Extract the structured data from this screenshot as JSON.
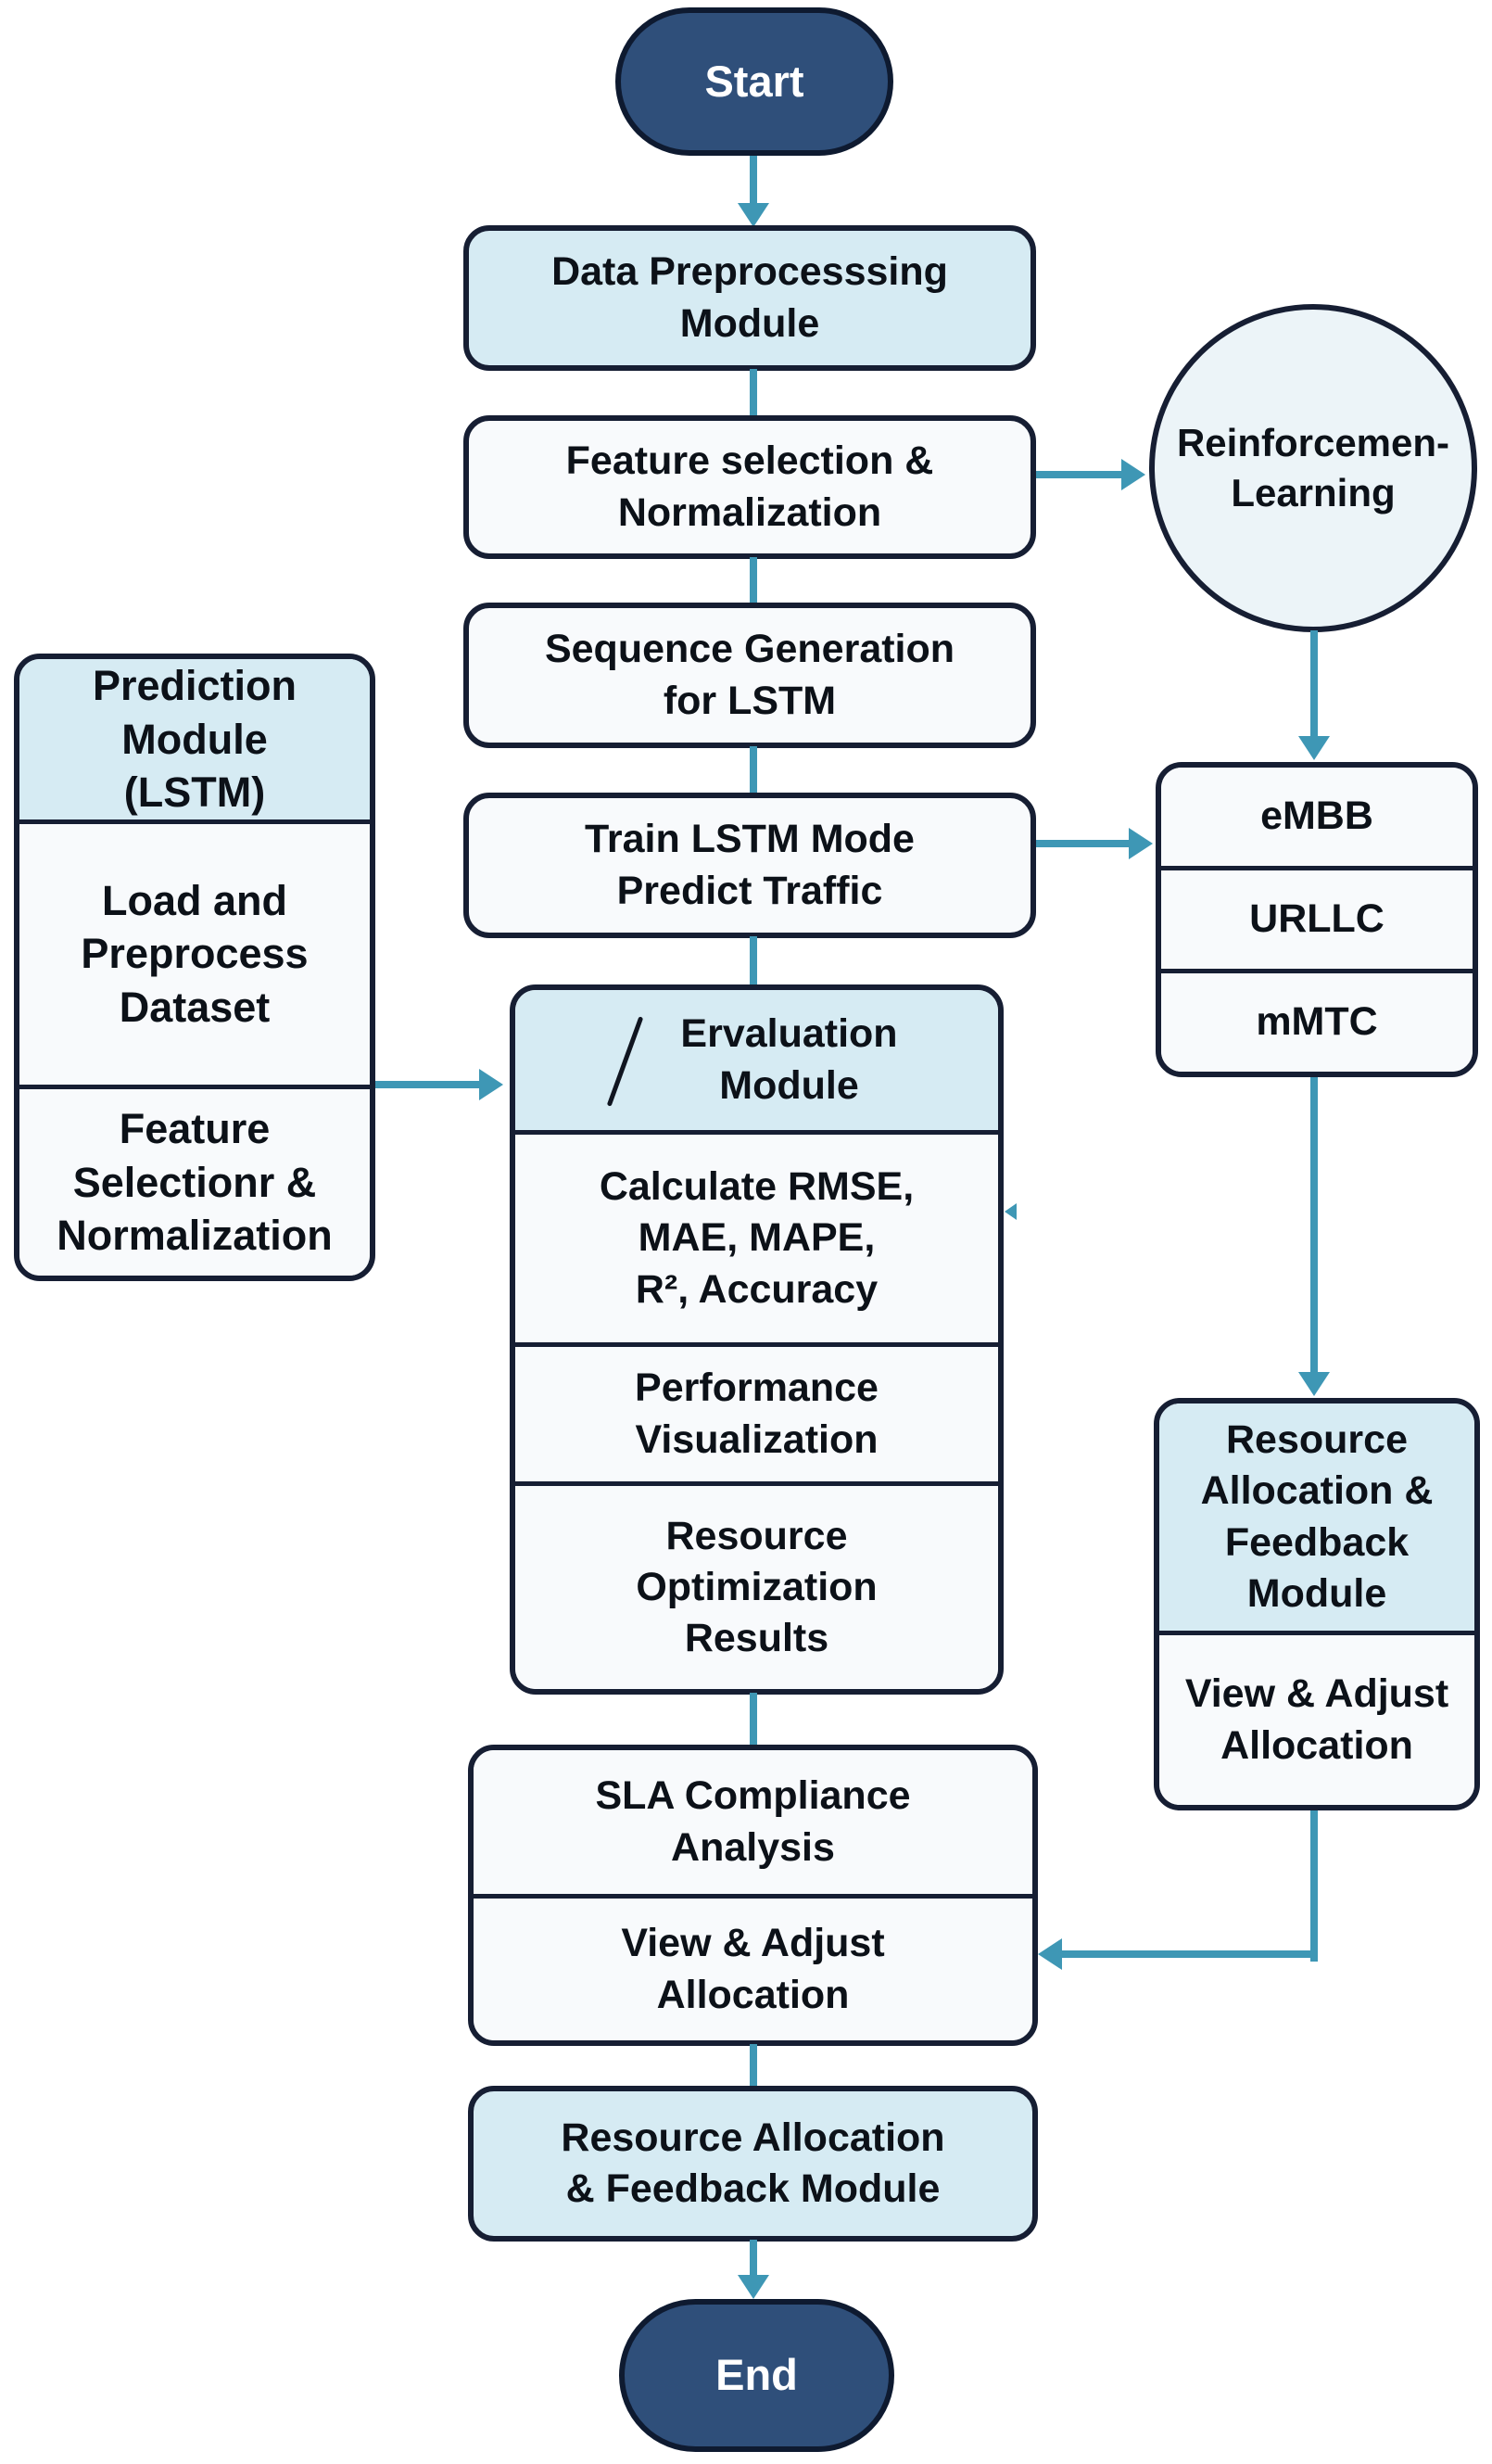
{
  "theme": {
    "colors": {
      "navy": "#2f4f7a",
      "navy-border": "#0e1a30",
      "box-border": "#161e33",
      "light-blue": "#d6ebf3",
      "paper-white": "#f8fafc",
      "circle-fill": "#ecf4f8",
      "teal": "#3e97b5",
      "text": "#0c1118",
      "background": "#ffffff"
    }
  },
  "nodes": {
    "start": {
      "label": "Start"
    },
    "data_preprocessing": {
      "label": "Data Preprocesssing\nModule"
    },
    "feature_selection": {
      "label": "Feature selection &\nNormalization"
    },
    "sequence_generation": {
      "label": "Sequence Generation\nfor LSTM"
    },
    "train_lstm": {
      "label": "Train LSTM Mode\nPredict Traffic"
    },
    "reinforcement_learning": {
      "label": "Reinforcemen-\nLearning"
    },
    "slice_types": {
      "rows": [
        "eMBB",
        "URLLC",
        "mMTC"
      ]
    },
    "prediction_module": {
      "header": "Prediction\nModule\n(LSTM)",
      "cells": [
        "Load and\nPreprocess\nDataset",
        "Feature\nSelectionr &\nNormalization"
      ]
    },
    "evaluation_module": {
      "slash": "",
      "header": "Ervaluation\nModule",
      "cells": [
        "Calculate RMSE,\nMAE, MAPE,\nR², Accuracy",
        "Performance\nVisualization",
        "Resource\nOptimization\nResults"
      ]
    },
    "sla_box": {
      "cells": [
        "SLA Compliance\nAnalysis",
        "View & Adjust\nAllocation"
      ]
    },
    "right_resource": {
      "header": "Resource\nAllocation &\nFeedback\nModule",
      "cells": [
        "View & Adjust\nAllocation"
      ]
    },
    "bottom_resource": {
      "label": "Resource Allocation\n& Feedback Module"
    },
    "end": {
      "label": "End"
    }
  }
}
